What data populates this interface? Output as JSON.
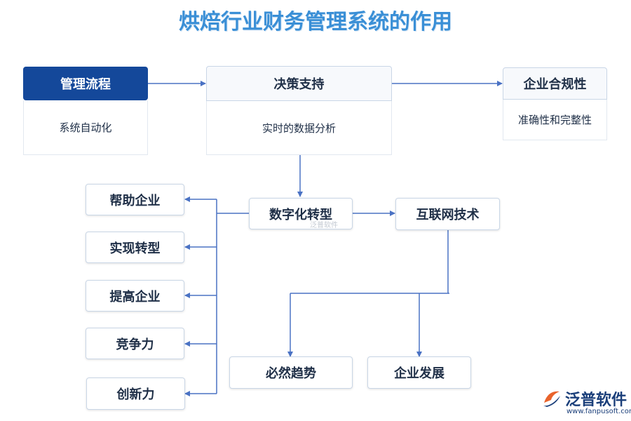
{
  "title": "烘焙行业财务管理系统的作用",
  "top_row": [
    {
      "header": "管理流程",
      "body": "系统自动化"
    },
    {
      "header": "决策支持",
      "body": "实时的数据分析"
    },
    {
      "header": "企业合规性",
      "body": "准确性和完整性"
    }
  ],
  "center": {
    "label": "数字化转型",
    "watermark": "泛普软件"
  },
  "internet": {
    "label": "互联网技术"
  },
  "left_items": [
    "帮助企业",
    "实现转型",
    "提高企业",
    "竞争力",
    "创新力"
  ],
  "bottom_items": [
    "必然趋势",
    "企业发展"
  ],
  "logo": {
    "name": "泛普软件",
    "url": "www.fanpusoft.com"
  },
  "colors": {
    "title": "#3a8fd6",
    "dark_header": "#14489a",
    "arrow": "#4a72c4"
  }
}
